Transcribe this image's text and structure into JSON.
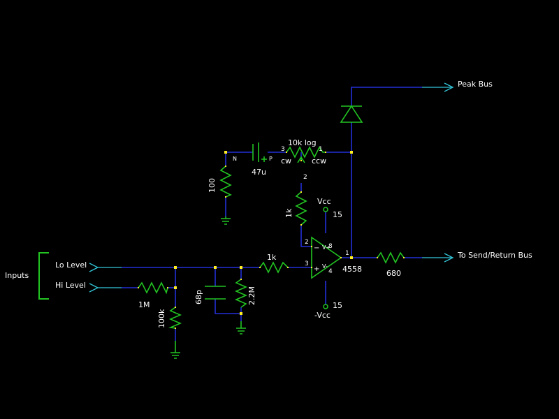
{
  "io": {
    "inputs_label": "Inputs",
    "lo_level": "Lo Level",
    "hi_level": "Hi Level",
    "peak_bus": "Peak Bus",
    "send_return_bus": "To Send/Return Bus"
  },
  "components": {
    "r_1M": "1M",
    "r_100k": "100k",
    "c_68p": "68p",
    "r_2_2M": "2.2M",
    "r_1k_in": "1k",
    "r_1k_fb": "1k",
    "r_100": "100",
    "c_47u": "47u",
    "cap_n": "N",
    "cap_p": "P",
    "cap_plus": "+",
    "pot_value": "10k log",
    "pot_cw": "cw",
    "pot_ccw": "ccw",
    "pot_pin3": "3",
    "pot_pin1": "1",
    "pot_pin2": "2",
    "opamp": "4558",
    "op_pin2": "2",
    "op_pin3": "3",
    "op_pin8": "8",
    "op_pin4": "4",
    "op_pin1": "1",
    "op_minus": "−",
    "op_plus": "+",
    "op_vplus": "V+",
    "op_vminus": "V-",
    "vcc": "Vcc",
    "vcc_pin": "15",
    "neg_vcc": "-Vcc",
    "neg_vcc_pin": "15",
    "r_680": "680"
  }
}
